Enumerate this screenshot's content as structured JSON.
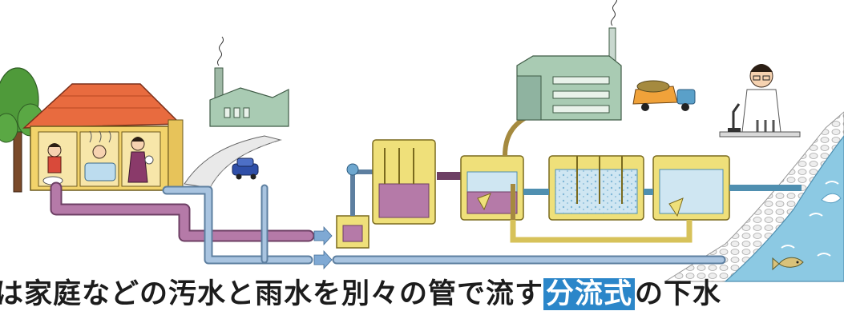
{
  "caption": {
    "before": "は家庭などの汚水と雨水を別々の管で流す",
    "highlight": "分流式",
    "after": "の下水"
  },
  "colors": {
    "sewage_pipe": "#b57aa8",
    "rain_pipe": "#a9c4e0",
    "facility": "#efe07a",
    "water": "#cfe6f2",
    "sludge": "#a58a3f",
    "river": "#8cc9e3",
    "caption_highlight": "#2b86c9"
  },
  "icons": [
    "house-icon",
    "person-toilet-icon",
    "person-bath-icon",
    "person-washing-icon",
    "tree-icon",
    "factory-icon",
    "road-icon",
    "car-icon",
    "pump-station-icon",
    "settling-tank-icon",
    "aeration-tank-icon",
    "sludge-building-icon",
    "dump-truck-icon",
    "scientist-icon",
    "microscope-icon",
    "river-icon",
    "fish-icon"
  ]
}
